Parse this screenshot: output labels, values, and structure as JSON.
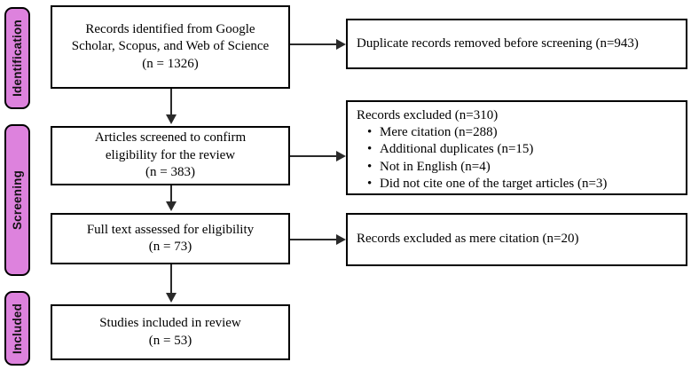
{
  "diagram": {
    "type": "prisma-flow-diagram",
    "accent_color": "#DD82DD",
    "border_color": "#000000",
    "connector_color": "#2A2A2A",
    "background_color": "#FFFFFF"
  },
  "stages": [
    {
      "id": "identification",
      "label": "Identification"
    },
    {
      "id": "screening",
      "label": "Screening"
    },
    {
      "id": "included",
      "label": "Included"
    }
  ],
  "flow": {
    "identified": {
      "line1": "Records identified from Google",
      "line2": "Scholar, Scopus, and Web of Science",
      "line3": "(n = 1326)",
      "count": 1326
    },
    "screened": {
      "line1": "Articles screened to confirm",
      "line2": "eligibility for the review",
      "line3": "(n = 383)",
      "count": 383
    },
    "fulltext": {
      "line1": "Full text assessed for eligibility",
      "line2": "(n = 73)",
      "count": 73
    },
    "included": {
      "line1": "Studies included in review",
      "line2": "(n = 53)",
      "count": 53
    }
  },
  "exclusions": {
    "duplicates": {
      "text": "Duplicate records removed before screening (n=943)",
      "count": 943
    },
    "records_excluded": {
      "title": "Records excluded (n=310)",
      "count": 310,
      "bullet_glyph": "•",
      "reasons": [
        {
          "label": "Mere citation (n=288)",
          "count": 288
        },
        {
          "label": "Additional duplicates (n=15)",
          "count": 15
        },
        {
          "label": "Not in English (n=4)",
          "count": 4
        },
        {
          "label": "Did not cite one of the target articles (n=3)",
          "count": 3
        }
      ]
    },
    "excluded_mere_citation": {
      "text": "Records excluded as mere citation (n=20)",
      "count": 20
    }
  }
}
